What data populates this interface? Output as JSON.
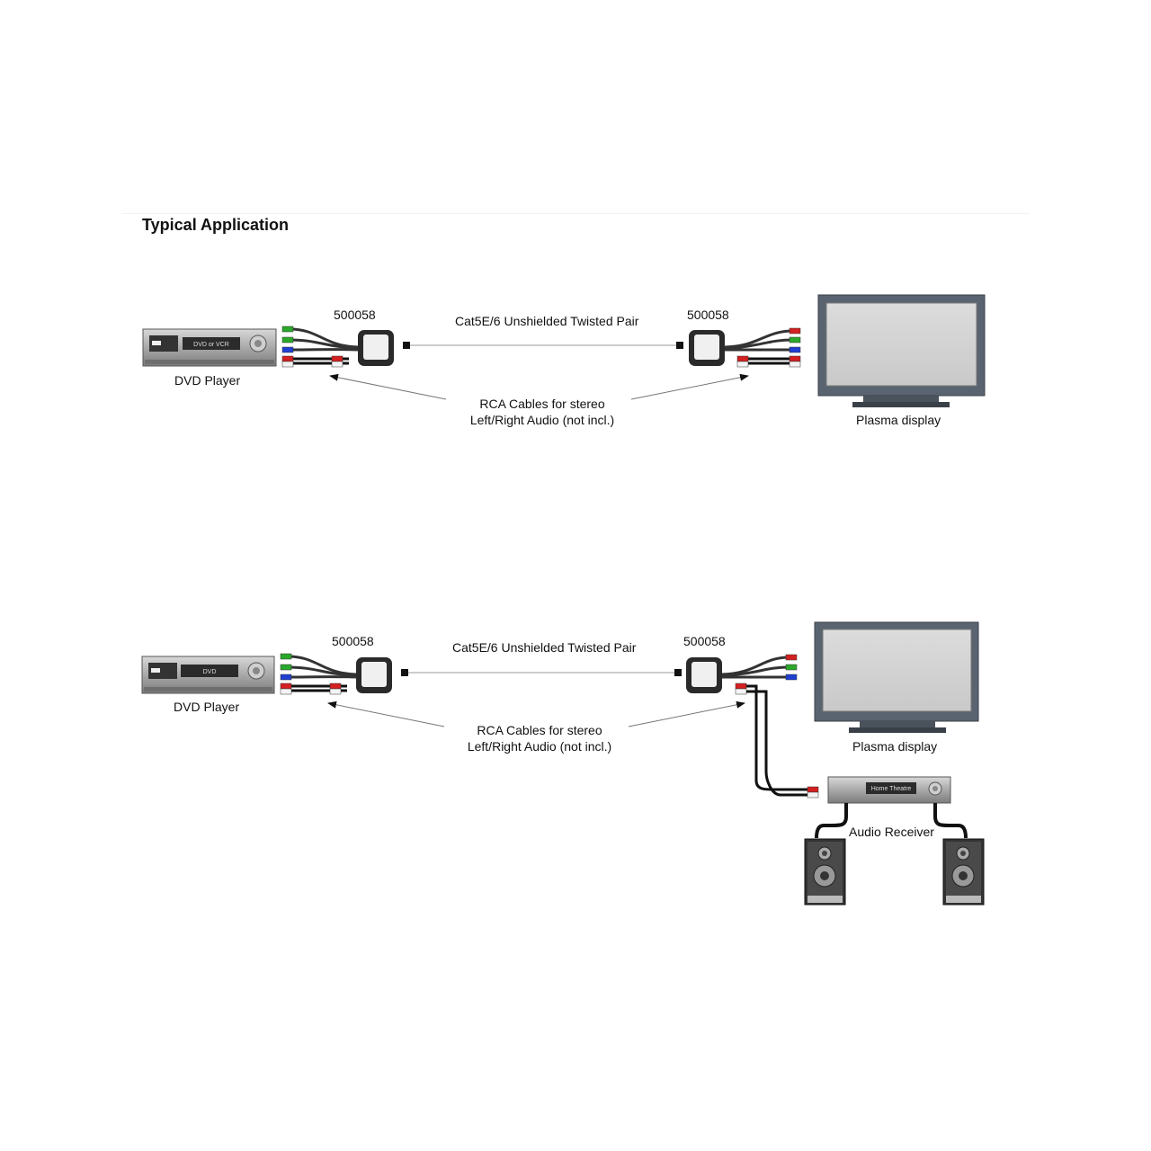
{
  "page": {
    "title": "Typical Application"
  },
  "diagram1": {
    "source_device_label": "DVD Player",
    "source_screen_text": "DVD or VCR",
    "left_unit_label": "500058",
    "right_unit_label": "500058",
    "cable_label": "Cat5E/6 Unshielded Twisted Pair",
    "rca_note_line1": "RCA Cables for stereo",
    "rca_note_line2": "Left/Right Audio (not incl.)",
    "display_label": "Plasma display"
  },
  "diagram2": {
    "source_device_label": "DVD Player",
    "source_screen_text": "DVD",
    "left_unit_label": "500058",
    "right_unit_label": "500058",
    "cable_label": "Cat5E/6 Unshielded Twisted Pair",
    "rca_note_line1": "RCA Cables for stereo",
    "rca_note_line2": "Left/Right Audio (not incl.)",
    "display_label": "Plasma display",
    "receiver_label": "Audio Receiver",
    "receiver_screen_text": "Home Theatre"
  },
  "colors": {
    "rca_green": "#2aa82a",
    "rca_blue": "#1f3fd0",
    "rca_red": "#d42020",
    "rca_white": "#f4f4f4",
    "device_gray": "#a8a8a8",
    "tv_frame": "#5a6470"
  }
}
